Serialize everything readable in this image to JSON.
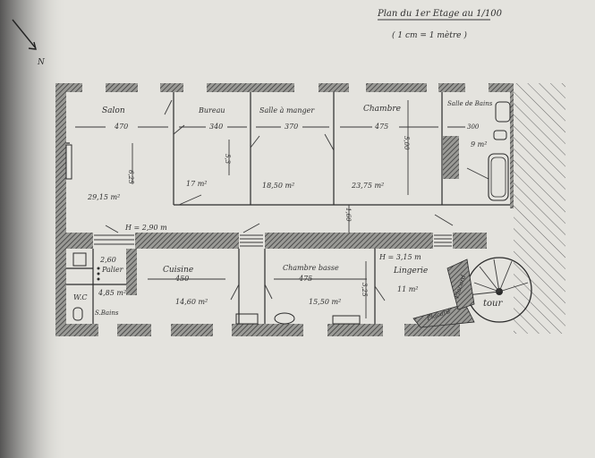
{
  "title": {
    "line1": "Plan du 1er Etage au 1/100",
    "line2": "( 1 cm = 1 mètre )"
  },
  "north": "N",
  "rooms": {
    "salon": {
      "name": "Salon",
      "width": "470",
      "height": "6,25",
      "area": "29,15 m²"
    },
    "bureau": {
      "name": "Bureau",
      "width": "340",
      "height": "5,3",
      "area": "17 m²"
    },
    "salle_manger": {
      "name": "Salle à manger",
      "width": "370",
      "area": "18,50 m²"
    },
    "chambre": {
      "name": "Chambre",
      "width": "475",
      "height": "5,00",
      "area": "23,75 m²"
    },
    "salle_bains": {
      "name": "Salle de Bains",
      "width": "300",
      "area": "9 m²"
    },
    "palier": {
      "name": "Palier",
      "area": "2,60"
    },
    "wc": {
      "name": "W.C",
      "area": "4,85 m²",
      "note": "S.Bains"
    },
    "cuisine": {
      "name": "Cuisine",
      "width": "450",
      "area": "14,60 m²"
    },
    "chambre_basse": {
      "name": "Chambre basse",
      "width": "475",
      "height": "3,25",
      "area": "15,50 m²"
    },
    "lingerie": {
      "name": "Lingerie",
      "area": "11 m²"
    },
    "tour": {
      "name": "tour"
    }
  },
  "heights": {
    "corridor": "H = 2,90 m",
    "lingerie": "H = 3,15 m",
    "door": "1,60"
  },
  "closets": {
    "left": "Placard",
    "right": "Placard"
  }
}
